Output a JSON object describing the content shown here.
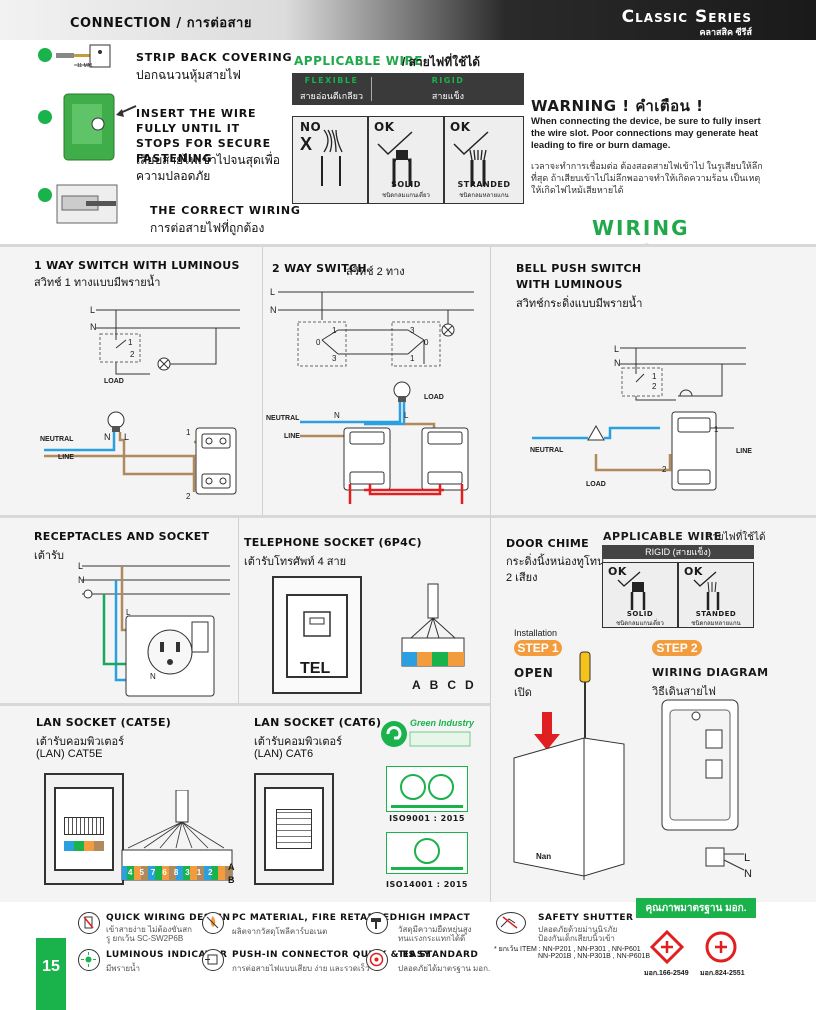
{
  "header": {
    "connection_title": "CONNECTION / การต่อสาย",
    "series_title": "Classic Series",
    "series_sub": "คลาสสิค ซีรีส์"
  },
  "steps": [
    {
      "en": "STRIP BACK COVERING",
      "th": "ปอกฉนวนหุ้มสายไฟ",
      "mark": "11 MM."
    },
    {
      "en": "INSERT THE WIRE FULLY UNTIL IT STOPS FOR SECURE FASTENING",
      "th": "เสียบสายไฟเข้าไปจนสุดเพื่อความปลอดภัย"
    },
    {
      "en": "THE CORRECT WIRING",
      "th": "การต่อสายไฟที่ถูกต้อง"
    }
  ],
  "applicable_wire": {
    "title": "APPLICABLE WIRE",
    "title_th": "/ สายไฟที่ใช้ได้",
    "flexible": "FLEXIBLE",
    "flexible_th": "สายอ่อนตีเกลียว",
    "rigid": "RIGID",
    "rigid_th": "สายแข็ง",
    "no": "NO",
    "x": "X",
    "ok1": "OK",
    "ok2": "OK",
    "solid": "SOLID",
    "solid_th": "ชนิดกลมแกนเดี่ยว",
    "stranded": "STRANDED",
    "stranded_th": "ชนิดกลมหลายแกน"
  },
  "warning": {
    "title": "WARNING ! คำเตือน !",
    "en": "When connecting the device, be sure to fully insert the wire slot. Poor connections may generate heat leading to fire or burn damage.",
    "th": "เวลาจะทำการเชื่อมต่อ ต้องสอดสายไฟเข้าไป ในรูเสียบให้ลึกที่สุด ถ้าเสียบเข้าไปไม่ลึกพออาจทำให้เกิดความร้อน เป็นเหตุให้เกิดไฟไหม้เสียหายได้"
  },
  "wiring_diagram_title": "WIRING DIAGRAM",
  "diagrams": {
    "one_way": {
      "title": "1 WAY SWITCH WITH LUMINOUS",
      "sub": "สวิทช์ 1 ทางแบบมีพรายน้ำ",
      "L": "L",
      "N": "N",
      "n1": "1",
      "n2": "2",
      "load": "LOAD",
      "neutral": "NEUTRAL",
      "line": "LINE",
      "wN": "N",
      "wL": "L",
      "t1": "1",
      "t2": "2"
    },
    "two_way": {
      "title": "2 WAY SWITCH",
      "sub": "สวิทช์ 2 ทาง",
      "L": "L",
      "N": "N",
      "load": "LOAD",
      "neutral": "NEUTRAL",
      "line": "LINE",
      "wN": "N",
      "wL": "L",
      "a1": "1",
      "a0": "0",
      "a3": "3",
      "b0": "0",
      "b1": "1",
      "b3": "3"
    },
    "bell": {
      "title1": "BELL PUSH SWITCH",
      "title2": "WITH LUMINOUS",
      "sub": "สวิทช์กระดิ่งแบบมีพรายน้ำ",
      "L": "L",
      "N": "N",
      "n1": "1",
      "n2": "2",
      "neutral": "NEUTRAL",
      "line": "LINE",
      "load": "LOAD",
      "t1": "1",
      "t2": "2"
    },
    "receptacle": {
      "title": "RECEPTACLES AND SOCKET",
      "sub": "เต้ารับ",
      "L": "L",
      "N": "N",
      "t_l": "L",
      "t_n": "N"
    },
    "telephone": {
      "title": "TELEPHONE SOCKET (6P4C)",
      "sub": "เต้ารับโทรศัพท์ 4 สาย",
      "tel": "TEL",
      "pins": [
        "A",
        "B",
        "C",
        "D"
      ]
    },
    "door_chime": {
      "title": "DOOR CHIME",
      "sub1": "กระดิ่งนิ้งหน่องทูโทน",
      "sub2": "2 เสียง",
      "aw_title": "APPLICABLE WIRE",
      "aw_th": "สายไฟที่ใช้ได้",
      "rigid": "RIGID (สายแข็ง)",
      "ok1": "OK",
      "ok2": "OK",
      "solid": "SOLID",
      "solid_th": "ชนิดกลมแกนเดี่ยว",
      "standed": "STANDED",
      "standed_th": "ชนิดกลมหลายแกน",
      "installation": "Installation",
      "step1": "STEP 1",
      "step2": "STEP 2",
      "open": "OPEN",
      "open_th": "เปิด",
      "wd": "WIRING DIAGRAM",
      "wd_th": "วิธีเดินสายไฟ",
      "brand": "Nan",
      "L": "L",
      "N": "N"
    },
    "lan5": {
      "title": "LAN SOCKET (CAT5E)",
      "sub1": "เต้ารับคอมพิวเตอร์",
      "sub2": "(LAN) CAT5E",
      "A": "A",
      "B": "B"
    },
    "lan6": {
      "title": "LAN SOCKET (CAT6)",
      "sub1": "เต้ารับคอมพิวเตอร์",
      "sub2": "(LAN) CAT6",
      "nums": [
        "4",
        "5",
        "7",
        "6",
        "8",
        "3",
        "1",
        "2"
      ]
    }
  },
  "certs": {
    "green_industry": "Green Industry",
    "iso9001": "ISO9001 : 2015",
    "iso14001": "ISO14001 : 2015"
  },
  "features": [
    {
      "title": "QUICK WIRING DESIGN",
      "desc": "เข้าสายง่าย ไม่ต้องขันสกรู ยกเว้น SC-SW2P6B"
    },
    {
      "title": "LUMINOUS INDICATOR",
      "desc": "มีพรายน้ำ"
    },
    {
      "title": "PC MATERIAL, FIRE RETARDED",
      "desc": "ผลิตจากวัสดุโพลีคาร์บอเนต"
    },
    {
      "title": "PUSH-IN CONNECTOR QUICK & EASY",
      "desc": "การต่อสายไฟแบบเสียบ ง่าย และรวดเร็ว"
    },
    {
      "title": "HIGH IMPACT",
      "desc": "วัสดุมีความยืดหยุ่นสูง ทนแรงกระแทกได้ดี"
    },
    {
      "title": "TIS STANDARD",
      "desc": "ปลอดภัยได้มาตรฐาน มอก."
    },
    {
      "title": "SAFETY SHUTTER",
      "desc": "ปลอดภัยด้วยม่านนิรภัย ป้องกันเด็กเสียบนิ้วเข้า"
    }
  ],
  "exception_note": "* ยกเว้น ITEM : NN-P201 , NN-P301 , NN-P601",
  "exception_note2": "NN-P201B , NN-P301B , NN-P601B",
  "tis_banner": "คุณภาพมาตรฐาน มอก.",
  "tis_codes": [
    "มอก.166-2549",
    "มอก.824-2551"
  ],
  "page_number": "15",
  "colors": {
    "accent": "#19b24b",
    "neutral_wire": "#2aa0e0",
    "line_wire": "#b08a5c",
    "red_wire": "#e02020",
    "earth_wire": "#19a860",
    "step": "#f39c3d"
  }
}
